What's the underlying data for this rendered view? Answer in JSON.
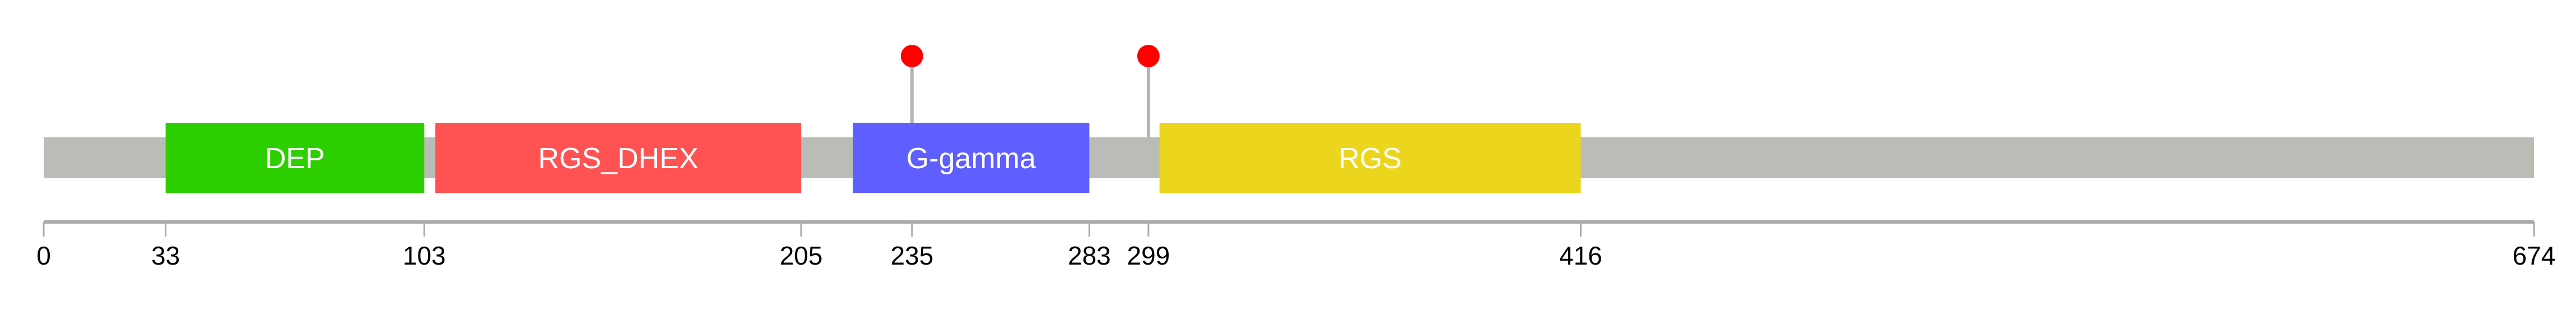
{
  "protein": {
    "length": 674,
    "backbone_color": "#BABDB6",
    "axis_color": "#AAAAAA"
  },
  "domains": [
    {
      "name": "DEP",
      "start": 33,
      "end": 103,
      "color": "#2ECF00"
    },
    {
      "name": "RGS_DHEX",
      "start": 106,
      "end": 205,
      "color": "#FF5353"
    },
    {
      "name": "G-gamma",
      "start": 219,
      "end": 283,
      "color": "#5F5FFF"
    },
    {
      "name": "RGS",
      "start": 302,
      "end": 416,
      "color": "#EBD61D"
    }
  ],
  "mutations": [
    {
      "position": 235,
      "color": "#FF0000"
    },
    {
      "position": 299,
      "color": "#FF0000"
    }
  ],
  "ticks": [
    "0",
    "33",
    "103",
    "205",
    "235",
    "283",
    "299",
    "416",
    "674"
  ]
}
